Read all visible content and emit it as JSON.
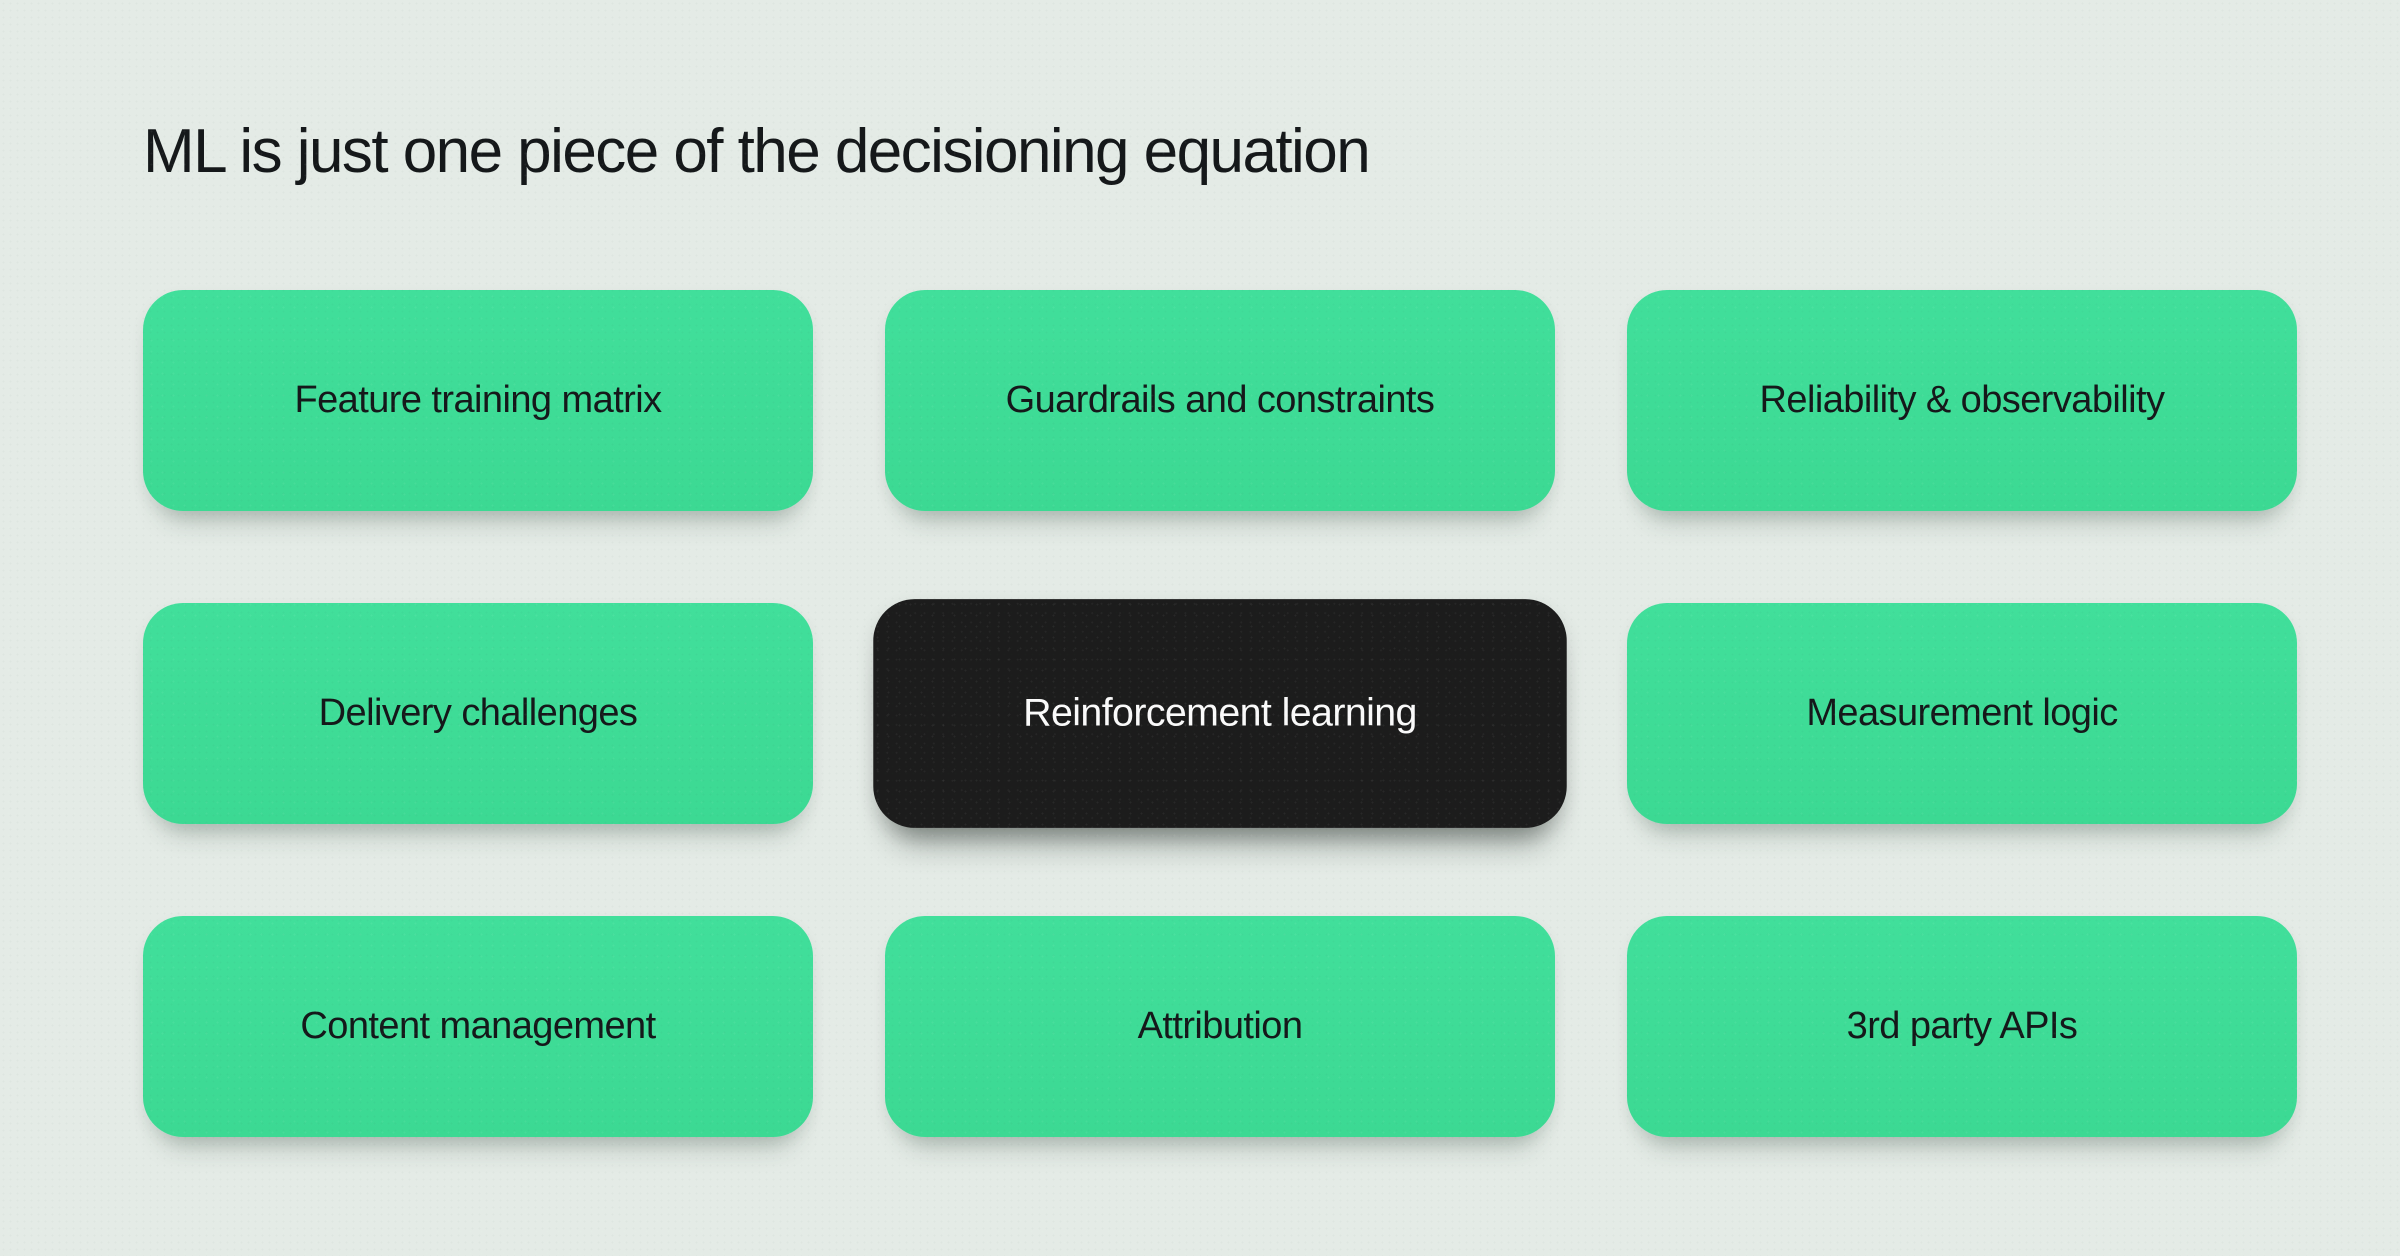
{
  "slide": {
    "title": "ML is just one piece of the decisioning equation"
  },
  "colors": {
    "background": "#e4ebe6",
    "card_green": "#3edc97",
    "card_dark": "#1c1c1c",
    "text_dark": "#15181a",
    "text_light": "#fafafa"
  },
  "cards": [
    {
      "label": "Feature training matrix",
      "variant": "green"
    },
    {
      "label": "Guardrails and constraints",
      "variant": "green"
    },
    {
      "label": "Reliability & observability",
      "variant": "green"
    },
    {
      "label": "Delivery challenges",
      "variant": "green"
    },
    {
      "label": "Reinforcement learning",
      "variant": "dark"
    },
    {
      "label": "Measurement logic",
      "variant": "green"
    },
    {
      "label": "Content management",
      "variant": "green"
    },
    {
      "label": "Attribution",
      "variant": "green"
    },
    {
      "label": "3rd party APIs",
      "variant": "green"
    }
  ]
}
